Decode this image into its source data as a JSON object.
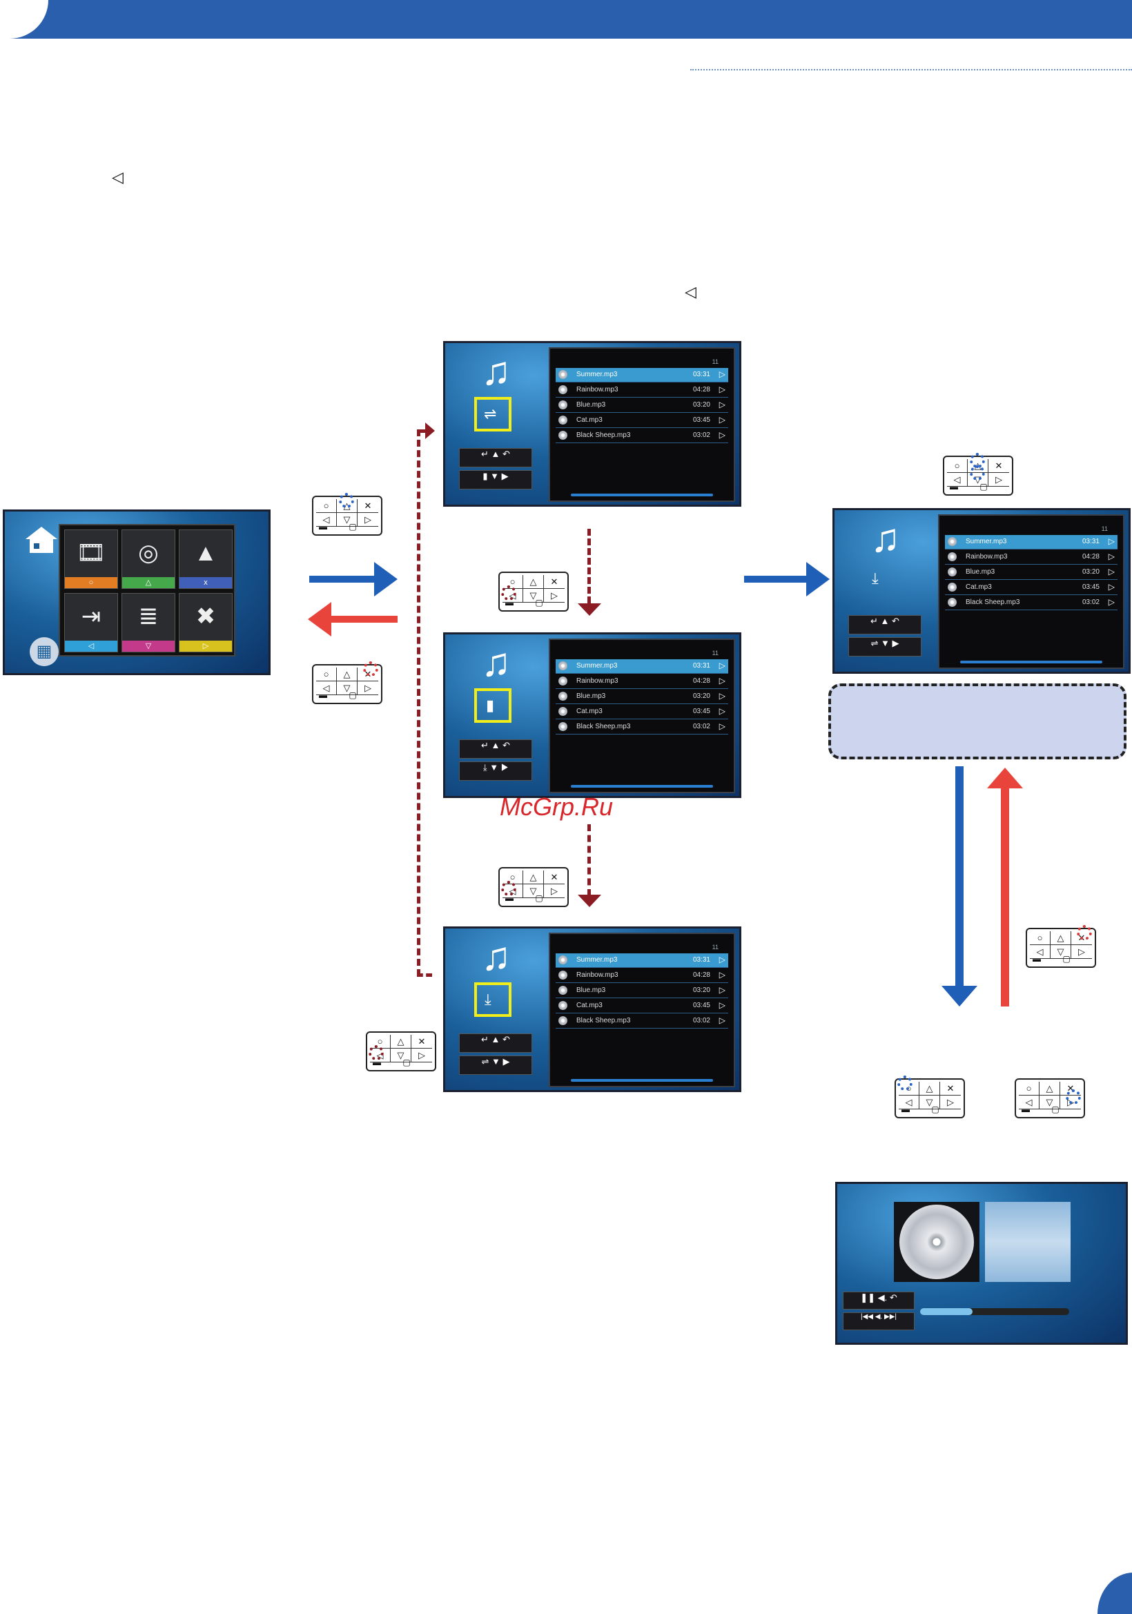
{
  "header": {
    "accent_color": "#2a5fae"
  },
  "glyphs": {
    "back_triangle": "◁"
  },
  "watermark": {
    "text": "McGrp.Ru"
  },
  "home_screen": {
    "tiles": [
      {
        "icon": "film-icon",
        "glyph": "🎞",
        "key": "○",
        "color": "#e27d24"
      },
      {
        "icon": "music-disc-icon",
        "glyph": "◎",
        "key": "△",
        "color": "#45a84a"
      },
      {
        "icon": "picture-icon",
        "glyph": "▲",
        "key": "x",
        "color": "#3f5fb8"
      },
      {
        "icon": "input-icon",
        "glyph": "⇥",
        "key": "◁",
        "color": "#2fa0d8"
      },
      {
        "icon": "document-icon",
        "glyph": "≣",
        "key": "▽",
        "color": "#c43a8a"
      },
      {
        "icon": "settings-tools-icon",
        "glyph": "✖",
        "key": "▷",
        "color": "#d8c21e"
      }
    ]
  },
  "playlist": {
    "count": "11",
    "songs": [
      {
        "name": "Summer.mp3",
        "time": "03:31"
      },
      {
        "name": "Rainbow.mp3",
        "time": "04:28"
      },
      {
        "name": "Blue.mp3",
        "time": "03:20"
      },
      {
        "name": "Cat.mp3",
        "time": "03:45"
      },
      {
        "name": "Black Sheep.mp3",
        "time": "03:02"
      }
    ]
  },
  "keypad": {
    "row1": [
      "○",
      "△",
      "✕"
    ],
    "row2": [
      "◁",
      "▽",
      "▷"
    ],
    "bottom": "▬ ▢"
  },
  "player_controls": {
    "pause": "❚❚",
    "volume": "◀.",
    "back": "↶",
    "prev": "|◀◀",
    "next": "▶▶|"
  }
}
